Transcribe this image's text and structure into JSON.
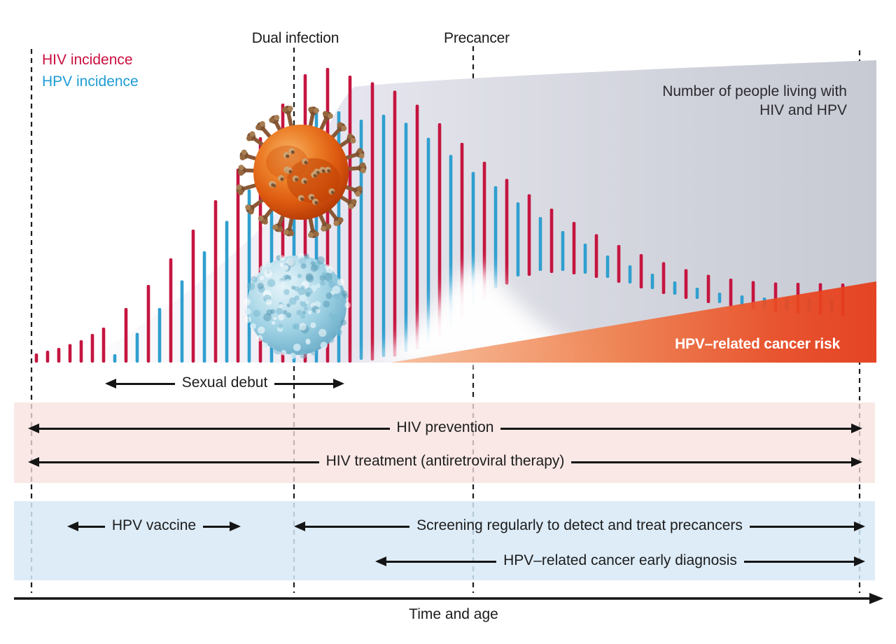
{
  "figure": {
    "top_labels": {
      "dual_infection": "Dual infection",
      "precancer": "Precancer"
    },
    "legend": [
      {
        "label": "HIV incidence",
        "color": "#cb0e3e"
      },
      {
        "label": "HPV incidence",
        "color": "#1f9cd4"
      }
    ],
    "area_labels": {
      "living_with_line1": "Number of people living with",
      "living_with_line2": "HIV and HPV",
      "cancer_risk": "HPV–related cancer risk",
      "sexual_debut": "Sexual debut"
    },
    "bands": {
      "hiv_band": {
        "color": "#f9e8e6",
        "arrows": [
          {
            "label": "HIV prevention"
          },
          {
            "label": "HIV treatment (antiretroviral therapy)"
          }
        ]
      },
      "hpv_band": {
        "color": "#ddecf7",
        "arrows": [
          {
            "label": "HPV vaccine"
          },
          {
            "label": "Screening regularly to detect and treat precancers"
          },
          {
            "label": "HPV–related cancer early diagnosis"
          }
        ]
      }
    },
    "axis": {
      "label": "Time and age"
    },
    "colors": {
      "hiv_red": "#c51540",
      "hpv_blue": "#2f9fcf",
      "gray_area_right": "#c7cad3",
      "gray_area_left": "#e8e6f0",
      "orange_start": "#f6bd9a",
      "orange_end": "#e63a17",
      "band_pink": "#f9e8e6",
      "band_blue": "#ddecf7",
      "dash_black": "#1c1c1c",
      "dash_in_pink": "#c3b4b3",
      "dash_in_blue": "#b5cad8"
    },
    "chart_data": {
      "type": "area",
      "description": "Conceptual incidence of HIV and HPV over time and age, with growing number of people living with HIV and HPV, a precancer hump, and rising HPV-related cancer risk.",
      "baseline_y": 518,
      "bar_pitch": 16,
      "bar_start_x": 52,
      "bar_end_x": 1206,
      "first_blue_x": 150,
      "bar_width": 4.6,
      "red_top_envelope": [
        [
          52,
          505
        ],
        [
          84,
          497
        ],
        [
          116,
          486
        ],
        [
          148,
          468
        ],
        [
          180,
          440
        ],
        [
          212,
          407
        ],
        [
          244,
          369
        ],
        [
          276,
          328
        ],
        [
          308,
          286
        ],
        [
          340,
          241
        ],
        [
          372,
          196
        ],
        [
          404,
          148
        ],
        [
          420,
          126
        ],
        [
          436,
          106
        ],
        [
          452,
          99
        ],
        [
          468,
          97
        ],
        [
          484,
          101
        ],
        [
          500,
          108
        ],
        [
          516,
          113
        ],
        [
          548,
          122
        ],
        [
          580,
          137
        ],
        [
          612,
          162
        ],
        [
          644,
          190
        ],
        [
          676,
          218
        ],
        [
          708,
          244
        ],
        [
          740,
          267
        ],
        [
          772,
          288
        ],
        [
          804,
          308
        ],
        [
          836,
          326
        ],
        [
          868,
          343
        ],
        [
          900,
          357
        ],
        [
          932,
          369
        ],
        [
          964,
          380
        ],
        [
          996,
          389
        ],
        [
          1028,
          396
        ],
        [
          1060,
          400
        ],
        [
          1092,
          403
        ],
        [
          1124,
          404
        ],
        [
          1156,
          404
        ],
        [
          1188,
          405
        ],
        [
          1206,
          405
        ]
      ],
      "right_bottom_envelope": [
        [
          516,
          517
        ],
        [
          548,
          513
        ],
        [
          580,
          506
        ],
        [
          612,
          492
        ],
        [
          644,
          468
        ],
        [
          676,
          440
        ],
        [
          708,
          415
        ],
        [
          740,
          398
        ],
        [
          772,
          390
        ],
        [
          804,
          390
        ],
        [
          836,
          394
        ],
        [
          868,
          400
        ],
        [
          900,
          408
        ],
        [
          932,
          416
        ],
        [
          964,
          424
        ],
        [
          996,
          430
        ],
        [
          1028,
          436
        ],
        [
          1060,
          440
        ],
        [
          1092,
          444
        ],
        [
          1124,
          447
        ],
        [
          1156,
          449
        ],
        [
          1188,
          451
        ],
        [
          1206,
          452
        ]
      ],
      "blue_gap": {
        "left": 52,
        "peak": 58,
        "right": 22
      },
      "dashed_guides_x": [
        45,
        420,
        676,
        1228
      ],
      "series": [
        {
          "name": "HIV incidence",
          "color": "#c51540"
        },
        {
          "name": "HPV incidence",
          "color": "#2f9fcf"
        }
      ]
    }
  }
}
